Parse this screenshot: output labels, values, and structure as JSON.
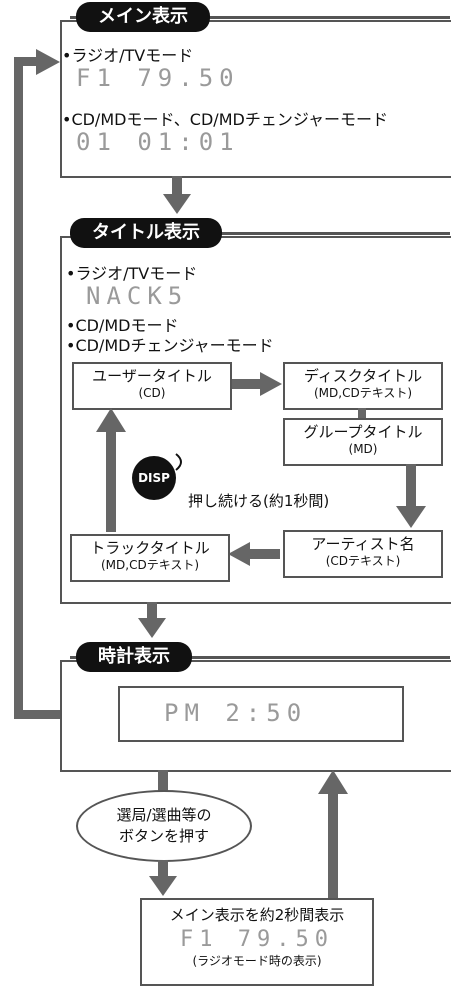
{
  "colors": {
    "frame": "#555555",
    "arrow": "#666666",
    "lcd": "#9a9a9a",
    "pill": "#111111"
  },
  "main_display": {
    "title": "メイン表示",
    "radio_tv": "•ラジオ/TVモード",
    "radio_lcd": "F1 79.50",
    "cd_md": "•CD/MDモード、CD/MDチェンジャーモード",
    "cd_lcd": "01 01:01"
  },
  "title_display": {
    "title": "タイトル表示",
    "radio_tv": "•ラジオ/TVモード",
    "radio_lcd": "NACK5",
    "cd_md": "•CD/MDモード",
    "changer": "•CD/MDチェンジャーモード",
    "user_title": "ユーザータイトル",
    "user_title_sub": "(CD)",
    "disc_title": "ディスクタイトル",
    "disc_title_sub": "(MD,CDテキスト)",
    "group_title": "グループタイトル",
    "group_title_sub": "(MD)",
    "artist_name": "アーティスト名",
    "artist_name_sub": "(CDテキスト)",
    "track_title": "トラックタイトル",
    "track_title_sub": "(MD,CDテキスト)",
    "disp_button": "DISP",
    "disp_instruction": "押し続ける(約1秒間)"
  },
  "clock_display": {
    "title": "時計表示",
    "clock_lcd": "PM 2:50"
  },
  "action": {
    "line1": "選局/選曲等の",
    "line2": "ボタンを押す"
  },
  "result": {
    "caption": "メイン表示を約2秒間表示",
    "lcd": "F1 79.50",
    "note": "(ラジオモード時の表示)"
  }
}
